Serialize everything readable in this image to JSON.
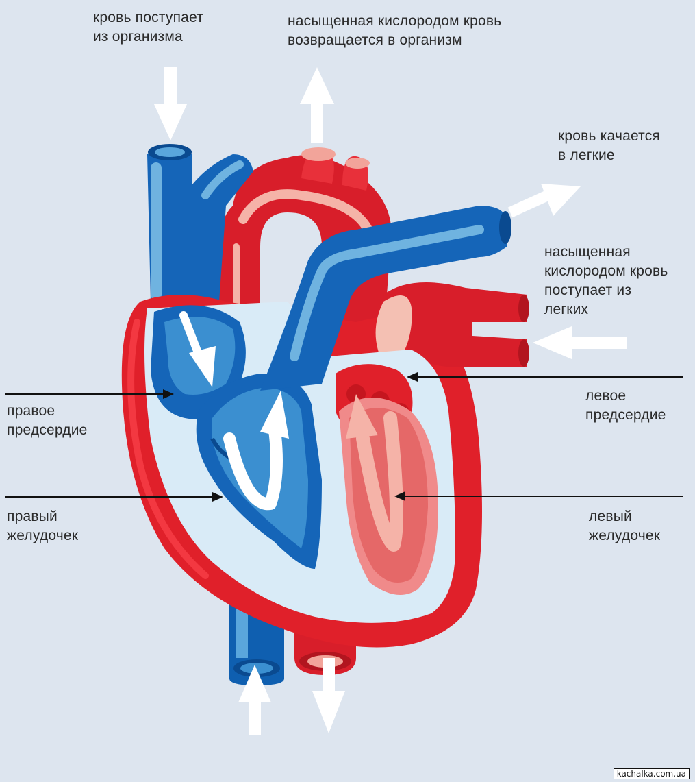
{
  "labels": {
    "blood_in_body": [
      "кровь поступает",
      "из организма"
    ],
    "oxygenated_to_body": [
      "насыщенная кислородом кровь",
      "возвращается в организм"
    ],
    "to_lungs": [
      "кровь качается",
      "в легкие"
    ],
    "from_lungs": [
      "насыщенная",
      "кислородом кровь",
      "поступает из",
      "легких"
    ],
    "right_atrium": [
      "правое",
      "предсердие"
    ],
    "left_atrium": [
      "левое",
      "предсердие"
    ],
    "right_ventricle": [
      "правый",
      "желудочек"
    ],
    "left_ventricle": [
      "левый",
      "желудочек"
    ]
  },
  "watermark": "kachalka.com.ua",
  "colors": {
    "background": "#dde5ef",
    "oxygenated_red": "#e0202a",
    "deoxygenated_blue": "#1565b8",
    "light_blue": "#6fb3e0",
    "septum": "#d9ebf7",
    "arrow_white": "#ffffff",
    "pointer_line": "#111111"
  }
}
